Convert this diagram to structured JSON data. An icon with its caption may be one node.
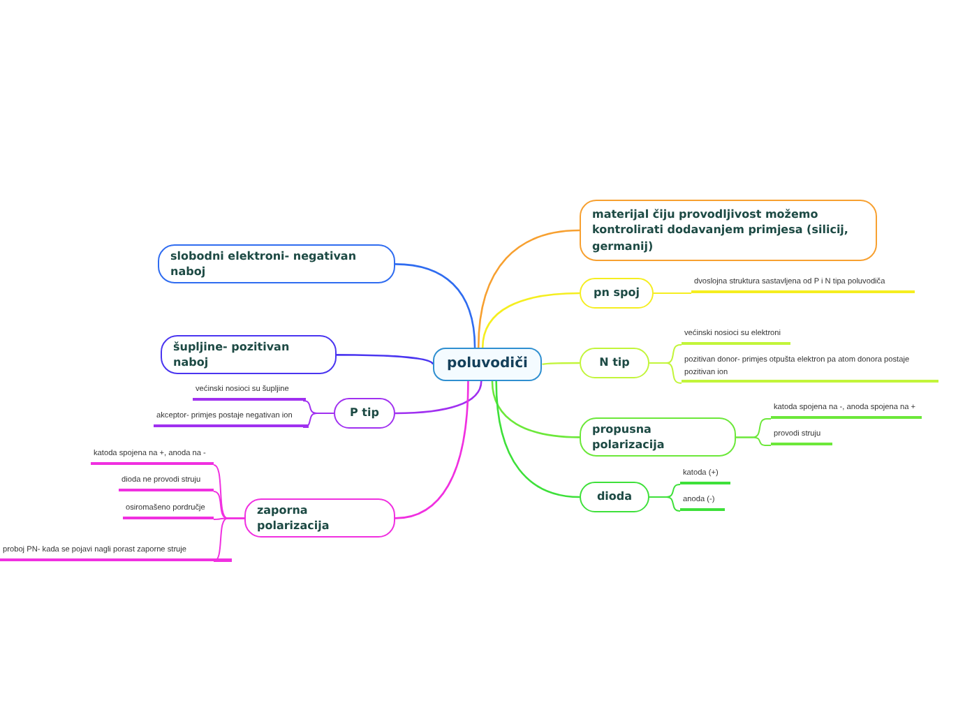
{
  "diagram": {
    "nodes": [
      {
        "text": [
          "poluvodiči"
        ]
      },
      {
        "text": [
          "materijal čiju provodljivost možemo kontrolirati dodavanjem primjesa (silicij, germanij)"
        ]
      },
      {
        "text": [
          "pn spoj"
        ]
      },
      {
        "text": [
          "dvoslojna struktura sastavljena od P i N tipa poluvodiča"
        ]
      },
      {
        "text": [
          "N tip"
        ]
      },
      {
        "text": [
          "većinski nosioci su elektroni"
        ]
      },
      {
        "text": [
          "pozitivan donor- primjes otpušta elektron pa atom donora postaje pozitivan ion"
        ]
      },
      {
        "text": [
          "propusna polarizacija"
        ]
      },
      {
        "text": [
          "katoda spojena na -, anoda spojena na +"
        ]
      },
      {
        "text": [
          "provodi struju"
        ]
      },
      {
        "text": [
          "dioda"
        ]
      },
      {
        "text": [
          "katoda (+)"
        ]
      },
      {
        "text": [
          "anoda (-)"
        ]
      },
      {
        "text": [
          "slobodni elektroni- negativan naboj"
        ]
      },
      {
        "text": [
          "šupljine- pozitivan naboj"
        ]
      },
      {
        "text": [
          "P tip"
        ]
      },
      {
        "text": [
          "većinski nosioci su šupljine"
        ]
      },
      {
        "text": [
          "akceptor- primjes postaje negativan ion"
        ]
      },
      {
        "text": [
          "zaporna polarizacija"
        ]
      },
      {
        "text": [
          "katoda spojena na +, anoda na -"
        ]
      },
      {
        "text": [
          "dioda ne provodi struju"
        ]
      },
      {
        "text": [
          "osiromašeno pordručje"
        ]
      },
      {
        "text": [
          "proboj PN- kada se pojavi nagli porast zaporne struje"
        ]
      }
    ],
    "edges": [
      {
        "from": 0,
        "to": 1,
        "arrow": "none",
        "color": "#f7a030"
      },
      {
        "from": 0,
        "to": 2,
        "arrow": "none",
        "color": "#f5ee20"
      },
      {
        "from": 2,
        "to": 3,
        "arrow": "none",
        "color": "#f5ee20"
      },
      {
        "from": 0,
        "to": 4,
        "arrow": "none",
        "color": "#c2f53a"
      },
      {
        "from": 4,
        "to": 5,
        "arrow": "none",
        "color": "#c2f53a"
      },
      {
        "from": 4,
        "to": 6,
        "arrow": "none",
        "color": "#c2f53a"
      },
      {
        "from": 0,
        "to": 7,
        "arrow": "none",
        "color": "#6ce83a"
      },
      {
        "from": 7,
        "to": 8,
        "arrow": "none",
        "color": "#6ce83a"
      },
      {
        "from": 7,
        "to": 9,
        "arrow": "none",
        "color": "#6ce83a"
      },
      {
        "from": 0,
        "to": 10,
        "arrow": "none",
        "color": "#3ee03a"
      },
      {
        "from": 10,
        "to": 11,
        "arrow": "none",
        "color": "#3ee03a"
      },
      {
        "from": 10,
        "to": 12,
        "arrow": "none",
        "color": "#3ee03a"
      },
      {
        "from": 0,
        "to": 13,
        "arrow": "none",
        "color": "#2f6cf0"
      },
      {
        "from": 0,
        "to": 14,
        "arrow": "none",
        "color": "#4a35f0"
      },
      {
        "from": 0,
        "to": 15,
        "arrow": "none",
        "color": "#a030f0"
      },
      {
        "from": 15,
        "to": 16,
        "arrow": "none",
        "color": "#a030f0"
      },
      {
        "from": 15,
        "to": 17,
        "arrow": "none",
        "color": "#a030f0"
      },
      {
        "from": 0,
        "to": 18,
        "arrow": "none",
        "color": "#f030e0"
      },
      {
        "from": 18,
        "to": 19,
        "arrow": "none",
        "color": "#f030e0"
      },
      {
        "from": 18,
        "to": 20,
        "arrow": "none",
        "color": "#f030e0"
      },
      {
        "from": 18,
        "to": 21,
        "arrow": "none",
        "color": "#f030e0"
      },
      {
        "from": 18,
        "to": 22,
        "arrow": "none",
        "color": "#f030e0"
      }
    ]
  }
}
